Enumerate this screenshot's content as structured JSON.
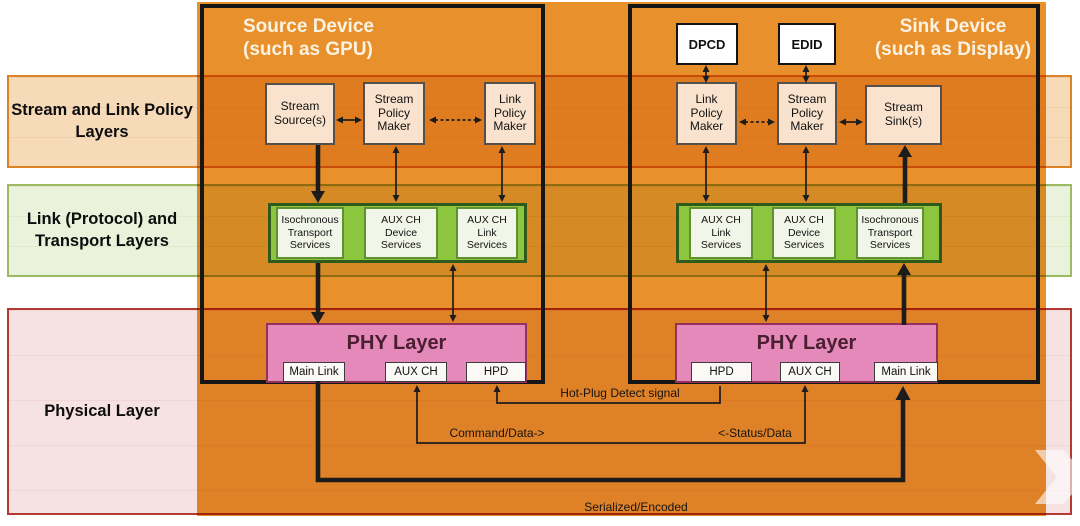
{
  "layers": [
    {
      "label": "Stream and Link Policy Layers"
    },
    {
      "label": "Link (Protocol) and Transport Layers"
    },
    {
      "label": "Physical Layer"
    }
  ],
  "source_device": {
    "title": [
      "Source Device",
      "(such as GPU)"
    ],
    "policy_boxes": [
      "Stream Source(s)",
      "Stream Policy Maker",
      "Link Policy Maker"
    ],
    "transport_boxes": [
      "Isochronous Transport Services",
      "AUX CH Device Services",
      "AUX CH Link Services"
    ],
    "phy": {
      "title": "PHY Layer",
      "ports": [
        "Main Link",
        "AUX CH",
        "HPD"
      ]
    }
  },
  "sink_device": {
    "title": [
      "Sink Device",
      "(such as Display)"
    ],
    "top_boxes": [
      "DPCD",
      "EDID"
    ],
    "policy_boxes": [
      "Link Policy Maker",
      "Stream Policy Maker",
      "Stream Sink(s)"
    ],
    "transport_boxes": [
      "AUX CH Link Services",
      "AUX CH Device Services",
      "Isochronous Transport Services"
    ],
    "phy": {
      "title": "PHY Layer",
      "ports": [
        "HPD",
        "AUX CH",
        "Main Link"
      ]
    }
  },
  "signals": {
    "hot_plug": "Hot-Plug Detect signal",
    "command": "Command/Data->",
    "status": "<-Status/Data",
    "serialized": "Serialized/Encoded"
  },
  "colors": {
    "canvas_orange": "#E8912C",
    "policy_band": "#F7DAB8",
    "transport_band": "#EBF2DC",
    "physical_band": "#F6E2E2",
    "transport_green": "#8CC63F",
    "phy_pink": "#E588BA",
    "policy_box_fill": "#F9E3CE"
  }
}
